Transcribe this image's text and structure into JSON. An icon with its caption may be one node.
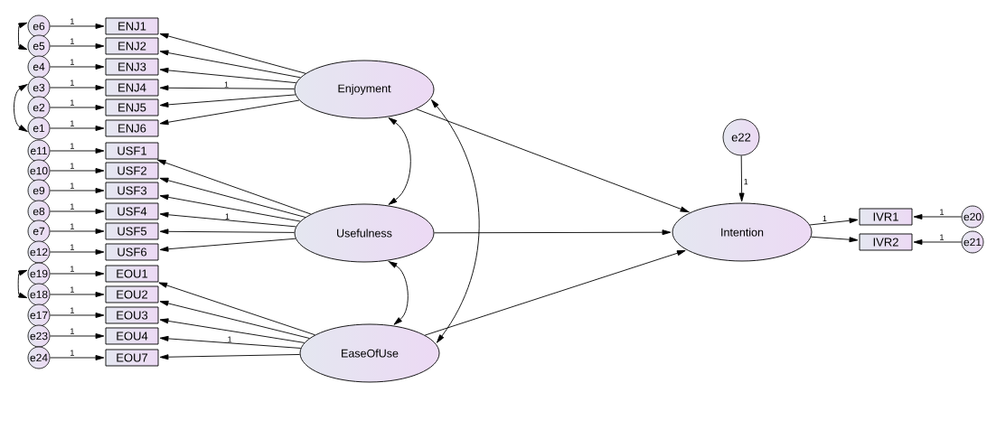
{
  "diagram": {
    "nodes": [
      {
        "text": [
          "e6"
        ]
      },
      {
        "text": [
          "ENJ1"
        ]
      },
      {
        "text": [
          "e5"
        ]
      },
      {
        "text": [
          "ENJ2"
        ]
      },
      {
        "text": [
          "e4"
        ]
      },
      {
        "text": [
          "ENJ3"
        ]
      },
      {
        "text": [
          "e3"
        ]
      },
      {
        "text": [
          "ENJ4"
        ]
      },
      {
        "text": [
          "e2"
        ]
      },
      {
        "text": [
          "ENJ5"
        ]
      },
      {
        "text": [
          "e1"
        ]
      },
      {
        "text": [
          "ENJ6"
        ]
      },
      {
        "text": [
          "e11"
        ]
      },
      {
        "text": [
          "USF1"
        ]
      },
      {
        "text": [
          "e10"
        ]
      },
      {
        "text": [
          "USF2"
        ]
      },
      {
        "text": [
          "e9"
        ]
      },
      {
        "text": [
          "USF3"
        ]
      },
      {
        "text": [
          "e8"
        ]
      },
      {
        "text": [
          "USF4"
        ]
      },
      {
        "text": [
          "e7"
        ]
      },
      {
        "text": [
          "USF5"
        ]
      },
      {
        "text": [
          "e12"
        ]
      },
      {
        "text": [
          "USF6"
        ]
      },
      {
        "text": [
          "e19"
        ]
      },
      {
        "text": [
          "EOU1"
        ]
      },
      {
        "text": [
          "e18"
        ]
      },
      {
        "text": [
          "EOU2"
        ]
      },
      {
        "text": [
          "e17"
        ]
      },
      {
        "text": [
          "EOU3"
        ]
      },
      {
        "text": [
          "e23"
        ]
      },
      {
        "text": [
          "EOU4"
        ]
      },
      {
        "text": [
          "e24"
        ]
      },
      {
        "text": [
          "EOU7"
        ]
      },
      {
        "text": [
          "Enjoyment"
        ]
      },
      {
        "text": [
          "Usefulness"
        ]
      },
      {
        "text": [
          "EaseOfUse"
        ]
      },
      {
        "text": [
          "e22"
        ]
      },
      {
        "text": [
          "Intention"
        ]
      },
      {
        "text": [
          "IVR1"
        ]
      },
      {
        "text": [
          "e20"
        ]
      },
      {
        "text": [
          "IVR2"
        ]
      },
      {
        "text": [
          "e21"
        ]
      }
    ],
    "edges": [
      {
        "from": 0,
        "to": 1,
        "arrow": "to",
        "label": "1"
      },
      {
        "from": 2,
        "to": 3,
        "arrow": "to",
        "label": "1"
      },
      {
        "from": 4,
        "to": 5,
        "arrow": "to",
        "label": "1"
      },
      {
        "from": 6,
        "to": 7,
        "arrow": "to",
        "label": "1"
      },
      {
        "from": 8,
        "to": 9,
        "arrow": "to",
        "label": "1"
      },
      {
        "from": 10,
        "to": 11,
        "arrow": "to",
        "label": "1"
      },
      {
        "from": 12,
        "to": 13,
        "arrow": "to",
        "label": "1"
      },
      {
        "from": 14,
        "to": 15,
        "arrow": "to",
        "label": "1"
      },
      {
        "from": 16,
        "to": 17,
        "arrow": "to",
        "label": "1"
      },
      {
        "from": 18,
        "to": 19,
        "arrow": "to",
        "label": "1"
      },
      {
        "from": 20,
        "to": 21,
        "arrow": "to",
        "label": "1"
      },
      {
        "from": 22,
        "to": 23,
        "arrow": "to",
        "label": "1"
      },
      {
        "from": 24,
        "to": 25,
        "arrow": "to",
        "label": "1"
      },
      {
        "from": 26,
        "to": 27,
        "arrow": "to",
        "label": "1"
      },
      {
        "from": 28,
        "to": 29,
        "arrow": "to",
        "label": "1"
      },
      {
        "from": 30,
        "to": 31,
        "arrow": "to",
        "label": "1"
      },
      {
        "from": 32,
        "to": 33,
        "arrow": "to",
        "label": "1"
      },
      {
        "from": 0,
        "to": 2,
        "arrow": "both"
      },
      {
        "from": 6,
        "to": 10,
        "arrow": "both"
      },
      {
        "from": 24,
        "to": 26,
        "arrow": "both"
      },
      {
        "from": 34,
        "to": 1,
        "arrow": "to"
      },
      {
        "from": 34,
        "to": 3,
        "arrow": "to"
      },
      {
        "from": 34,
        "to": 5,
        "arrow": "to"
      },
      {
        "from": 34,
        "to": 7,
        "arrow": "to",
        "label": "1"
      },
      {
        "from": 34,
        "to": 9,
        "arrow": "to"
      },
      {
        "from": 34,
        "to": 11,
        "arrow": "to"
      },
      {
        "from": 35,
        "to": 13,
        "arrow": "to"
      },
      {
        "from": 35,
        "to": 15,
        "arrow": "to"
      },
      {
        "from": 35,
        "to": 17,
        "arrow": "to"
      },
      {
        "from": 35,
        "to": 19,
        "arrow": "to",
        "label": "1"
      },
      {
        "from": 35,
        "to": 21,
        "arrow": "to"
      },
      {
        "from": 35,
        "to": 23,
        "arrow": "to"
      },
      {
        "from": 36,
        "to": 25,
        "arrow": "to"
      },
      {
        "from": 36,
        "to": 27,
        "arrow": "to"
      },
      {
        "from": 36,
        "to": 29,
        "arrow": "to"
      },
      {
        "from": 36,
        "to": 31,
        "arrow": "to",
        "label": "1"
      },
      {
        "from": 36,
        "to": 33,
        "arrow": "to"
      },
      {
        "from": 34,
        "to": 35,
        "arrow": "both"
      },
      {
        "from": 35,
        "to": 36,
        "arrow": "both"
      },
      {
        "from": 34,
        "to": 36,
        "arrow": "both"
      },
      {
        "from": 34,
        "to": 38,
        "arrow": "to"
      },
      {
        "from": 35,
        "to": 38,
        "arrow": "to"
      },
      {
        "from": 36,
        "to": 38,
        "arrow": "to"
      },
      {
        "from": 37,
        "to": 38,
        "arrow": "to",
        "label": "1"
      },
      {
        "from": 38,
        "to": 39,
        "arrow": "to",
        "label": "1"
      },
      {
        "from": 38,
        "to": 41,
        "arrow": "to"
      },
      {
        "from": 40,
        "to": 39,
        "arrow": "to",
        "label": "1"
      },
      {
        "from": 42,
        "to": 41,
        "arrow": "to",
        "label": "1"
      }
    ]
  }
}
